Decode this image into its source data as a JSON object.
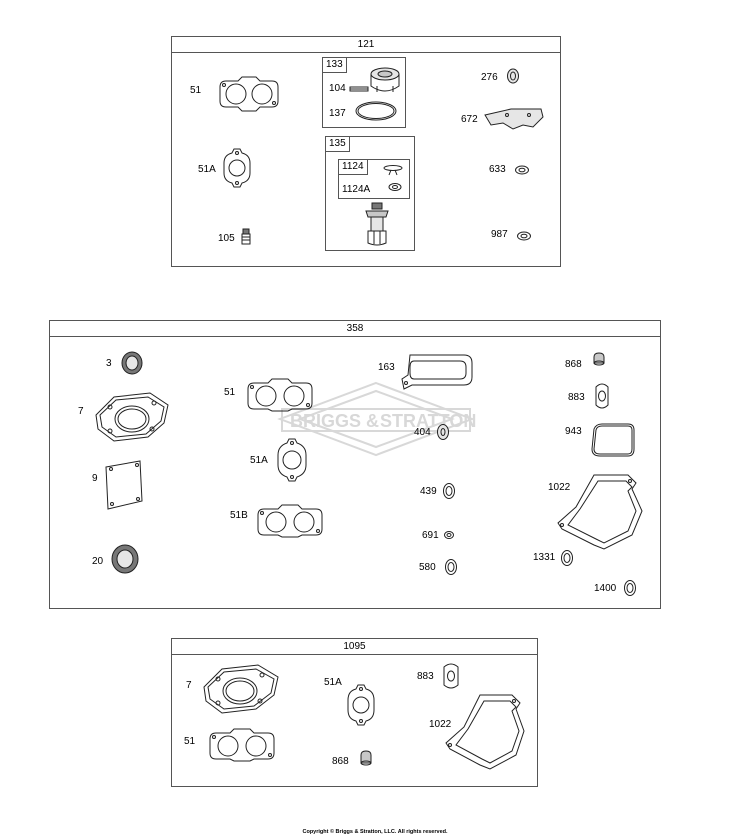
{
  "kits": [
    {
      "id": "121",
      "title": "121",
      "labels": {
        "p51": "51",
        "p51a": "51A",
        "p105": "105",
        "p133": "133",
        "p104": "104",
        "p137": "137",
        "p135": "135",
        "p1124": "1124",
        "p1124a": "1124A",
        "p276": "276",
        "p672": "672",
        "p633": "633",
        "p987": "987"
      }
    },
    {
      "id": "358",
      "title": "358",
      "labels": {
        "p3": "3",
        "p7": "7",
        "p9": "9",
        "p20": "20",
        "p51": "51",
        "p51a": "51A",
        "p51b": "51B",
        "p163": "163",
        "p404": "404",
        "p439": "439",
        "p691": "691",
        "p580": "580",
        "p868": "868",
        "p883": "883",
        "p943": "943",
        "p1022": "1022",
        "p1331": "1331",
        "p1400": "1400"
      }
    },
    {
      "id": "1095",
      "title": "1095",
      "labels": {
        "p7": "7",
        "p51": "51",
        "p51a": "51A",
        "p868": "868",
        "p883": "883",
        "p1022": "1022"
      }
    }
  ],
  "watermark": {
    "line1": "BRIGGS",
    "amp": "&",
    "line2": "STRATTON"
  },
  "copyright": "Copyright © Briggs & Stratton, LLC. All rights reserved."
}
